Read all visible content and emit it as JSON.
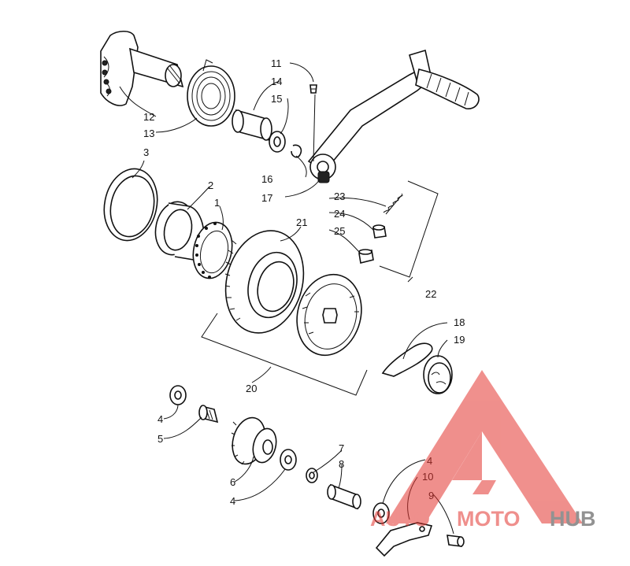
{
  "diagram": {
    "labels": {
      "p1": "1",
      "p2": "2",
      "p3": "3",
      "p4a": "4",
      "p4b": "4",
      "p4c": "4",
      "p5": "5",
      "p6": "6",
      "p7": "7",
      "p8": "8",
      "p9": "9",
      "p10": "10",
      "p11": "11",
      "p12": "12",
      "p13": "13",
      "p14": "14",
      "p15": "15",
      "p16": "16",
      "p17": "17",
      "p18": "18",
      "p19": "19",
      "p20": "20",
      "p21": "21",
      "p22": "22",
      "p23": "23",
      "p24": "24",
      "p25": "25"
    }
  },
  "watermark": {
    "text_auto": "AUTO",
    "text_moto": "MOTO",
    "text_hub": "HUB",
    "color_red": "#e3342f",
    "color_dark": "#3a3a3a"
  }
}
